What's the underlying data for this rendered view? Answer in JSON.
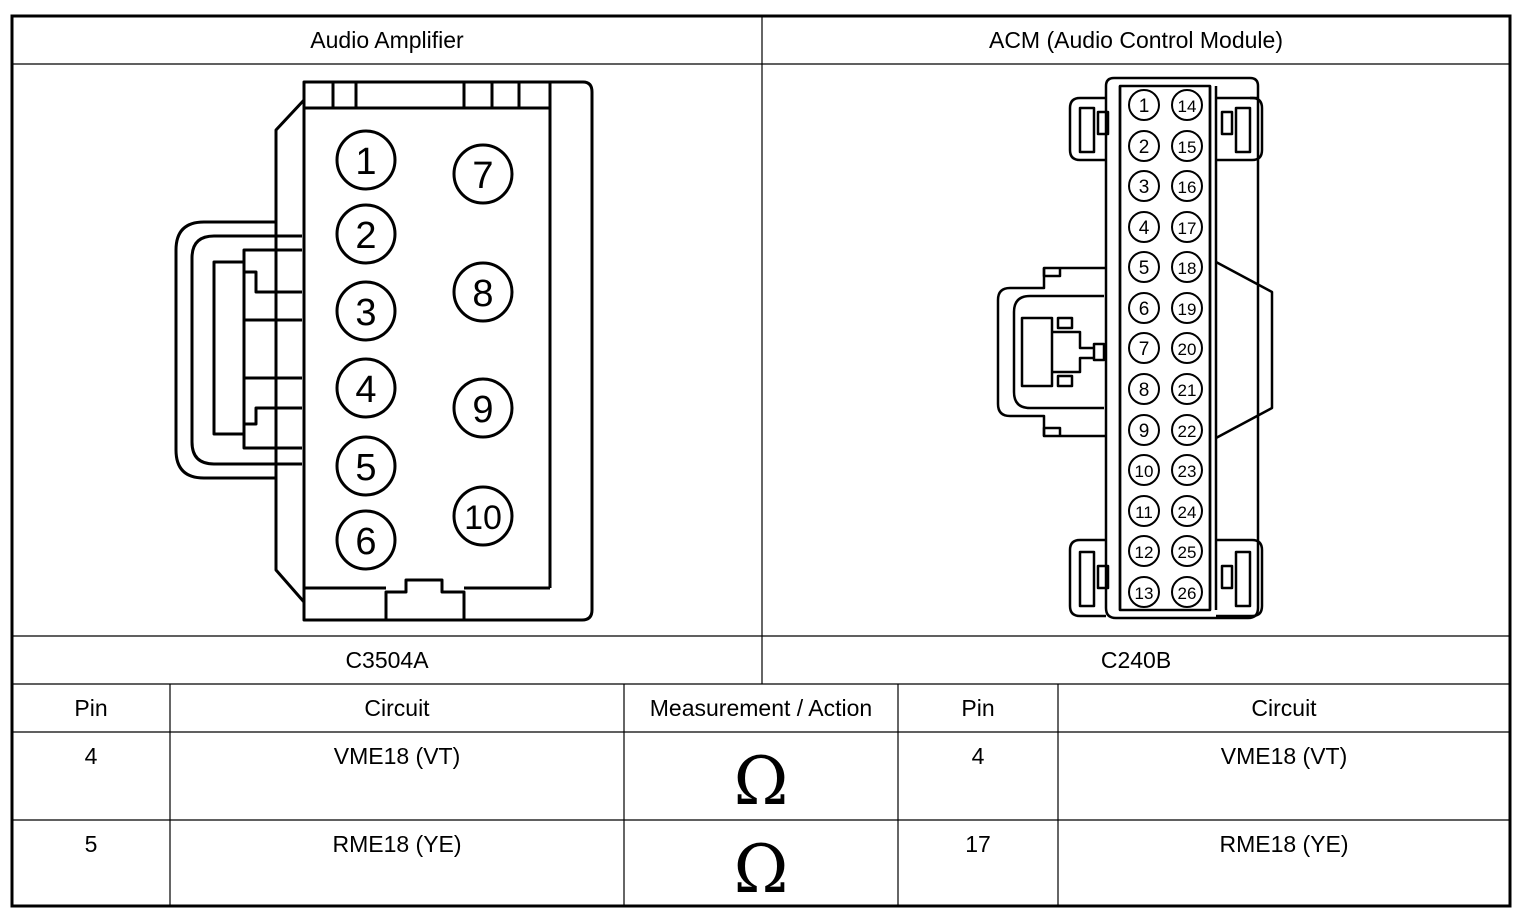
{
  "left_connector": {
    "title": "Audio Amplifier",
    "id": "C3504A",
    "pins": [
      "1",
      "2",
      "3",
      "4",
      "5",
      "6",
      "7",
      "8",
      "9",
      "10"
    ]
  },
  "right_connector": {
    "title": "ACM (Audio Control Module)",
    "id": "C240B",
    "pins_left": [
      "1",
      "2",
      "3",
      "4",
      "5",
      "6",
      "7",
      "8",
      "9",
      "10",
      "11",
      "12",
      "13"
    ],
    "pins_right": [
      "14",
      "15",
      "16",
      "17",
      "18",
      "19",
      "20",
      "21",
      "22",
      "23",
      "24",
      "25",
      "26"
    ]
  },
  "table": {
    "headers": [
      "Pin",
      "Circuit",
      "Measurement / Action",
      "Pin",
      "Circuit"
    ],
    "rows": [
      {
        "pin_a": "4",
        "circuit_a": "VME18 (VT)",
        "action": "Ω",
        "pin_b": "4",
        "circuit_b": "VME18 (VT)"
      },
      {
        "pin_a": "5",
        "circuit_a": "RME18 (YE)",
        "action": "Ω",
        "pin_b": "17",
        "circuit_b": "RME18 (YE)"
      }
    ]
  }
}
